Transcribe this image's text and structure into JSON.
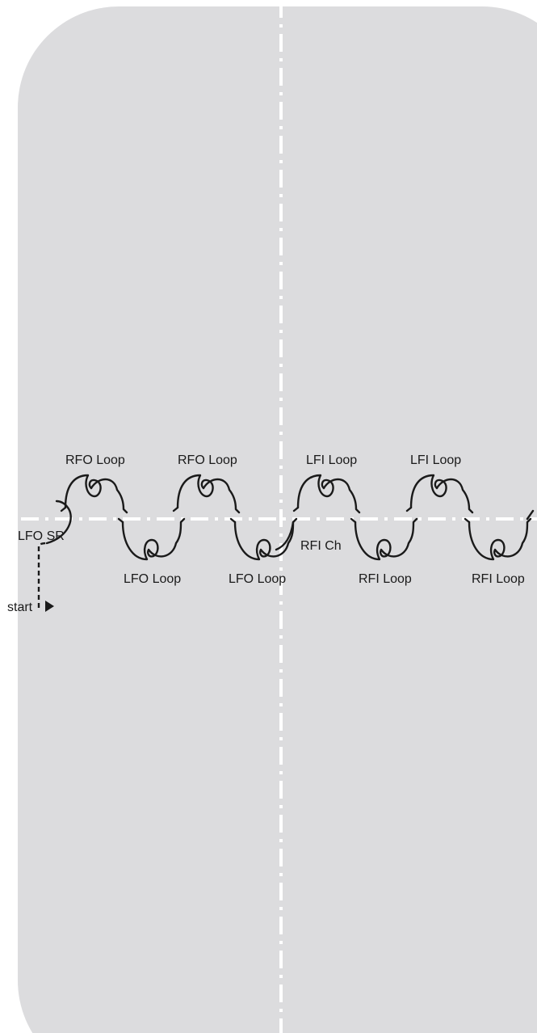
{
  "diagram": {
    "colors": {
      "rink": "#dcdcde",
      "axis": "#ffffff",
      "pattern": "#1a1a1a"
    },
    "start_label": "start",
    "step_labels": {
      "lfo_sr": "LFO SR",
      "rfo_loop_1": "RFO Loop",
      "rfo_loop_2": "RFO Loop",
      "lfo_loop_1": "LFO Loop",
      "lfo_loop_2": "LFO Loop",
      "rfi_ch": "RFI Ch",
      "lfi_loop_1": "LFI Loop",
      "lfi_loop_2": "LFI Loop",
      "rfi_loop_1": "RFI Loop",
      "rfi_loop_2": "RFI Loop"
    }
  }
}
